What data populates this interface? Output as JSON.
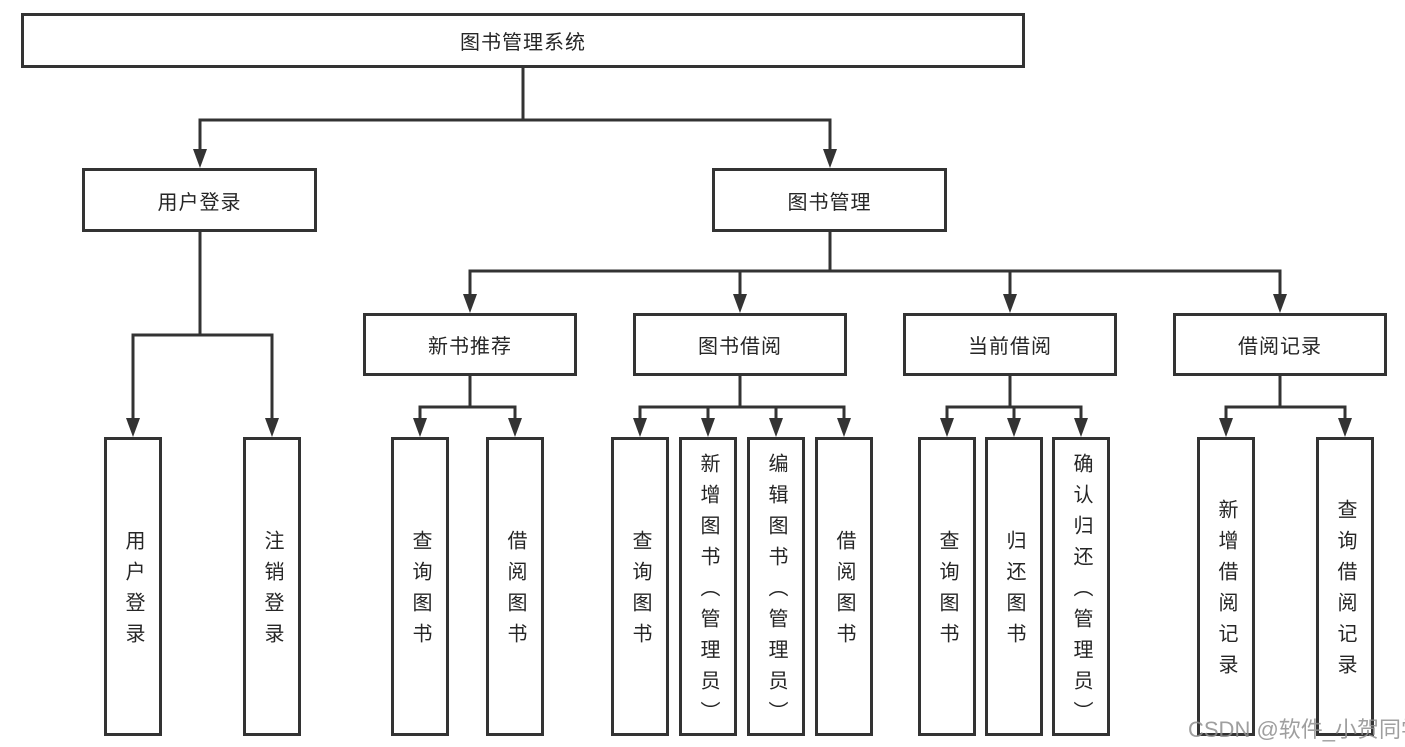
{
  "diagram": {
    "root": {
      "label": "图书管理系统"
    },
    "branches": {
      "user_login": {
        "label": "用户登录",
        "children": [
          "用户登录",
          "注销登录"
        ]
      },
      "book_management": {
        "label": "图书管理",
        "children": {
          "new_books": {
            "label": "新书推荐",
            "children": [
              "查询图书",
              "借阅图书"
            ]
          },
          "book_borrowing": {
            "label": "图书借阅",
            "children": [
              "查询图书",
              "新增图书（管理员）",
              "编辑图书（管理员）",
              "借阅图书"
            ]
          },
          "current_borrowing": {
            "label": "当前借阅",
            "children": [
              "查询图书",
              "归还图书",
              "确认归还（管理员）"
            ]
          },
          "borrowing_records": {
            "label": "借阅记录",
            "children": [
              "新增借阅记录",
              "查询借阅记录"
            ]
          }
        }
      }
    }
  },
  "watermark": {
    "text": "CSDN @软件_小贺同学"
  },
  "colors": {
    "line": "#333333",
    "text": "#262626",
    "watermark": "#8f8f8f",
    "background": "#ffffff"
  }
}
